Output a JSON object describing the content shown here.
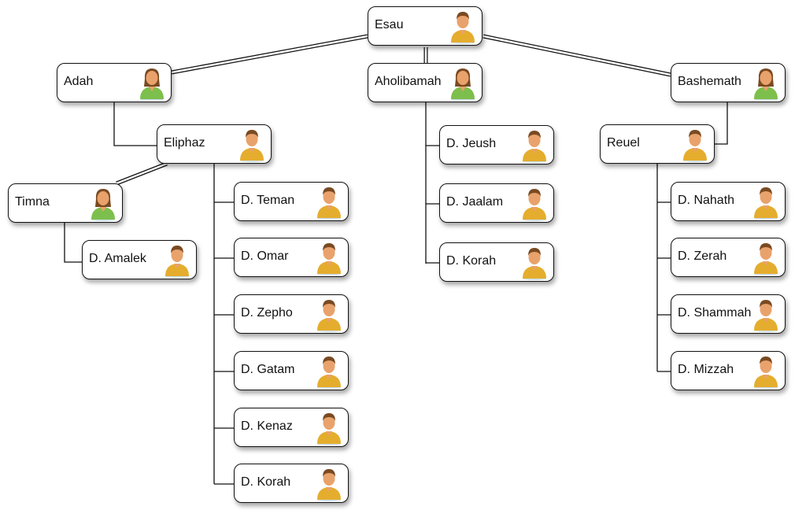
{
  "colors": {
    "male_shirt": "#e5ad2e",
    "female_shirt": "#7dbf4c",
    "hair": "#7a4a22",
    "skin": "#e9a26b",
    "border": "#111111"
  },
  "nodes": [
    {
      "id": "esau",
      "name": "Esau",
      "icon": "male-person-icon"
    },
    {
      "id": "adah",
      "name": "Adah",
      "icon": "female-person-icon"
    },
    {
      "id": "aholibamah",
      "name": "Aholibamah",
      "icon": "female-person-icon"
    },
    {
      "id": "bashemath",
      "name": "Bashemath",
      "icon": "female-person-icon"
    },
    {
      "id": "eliphaz",
      "name": "Eliphaz",
      "icon": "male-person-icon"
    },
    {
      "id": "timna",
      "name": "Timna",
      "icon": "female-person-icon"
    },
    {
      "id": "amalek",
      "name": "D. Amalek",
      "icon": "male-person-icon"
    },
    {
      "id": "teman",
      "name": "D. Teman",
      "icon": "male-person-icon"
    },
    {
      "id": "omar",
      "name": "D. Omar",
      "icon": "male-person-icon"
    },
    {
      "id": "zepho",
      "name": "D. Zepho",
      "icon": "male-person-icon"
    },
    {
      "id": "gatam",
      "name": "D. Gatam",
      "icon": "male-person-icon"
    },
    {
      "id": "kenaz",
      "name": "D. Kenaz",
      "icon": "male-person-icon"
    },
    {
      "id": "korah1",
      "name": "D. Korah",
      "icon": "male-person-icon"
    },
    {
      "id": "jeush",
      "name": "D. Jeush",
      "icon": "male-person-icon"
    },
    {
      "id": "jaalam",
      "name": "D. Jaalam",
      "icon": "male-person-icon"
    },
    {
      "id": "korah2",
      "name": "D. Korah",
      "icon": "male-person-icon"
    },
    {
      "id": "reuel",
      "name": "Reuel",
      "icon": "male-person-icon"
    },
    {
      "id": "nahath",
      "name": "D. Nahath",
      "icon": "male-person-icon"
    },
    {
      "id": "zerah",
      "name": "D. Zerah",
      "icon": "male-person-icon"
    },
    {
      "id": "shammah",
      "name": "D. Shammah",
      "icon": "male-person-icon"
    },
    {
      "id": "mizzah",
      "name": "D. Mizzah",
      "icon": "male-person-icon"
    }
  ]
}
